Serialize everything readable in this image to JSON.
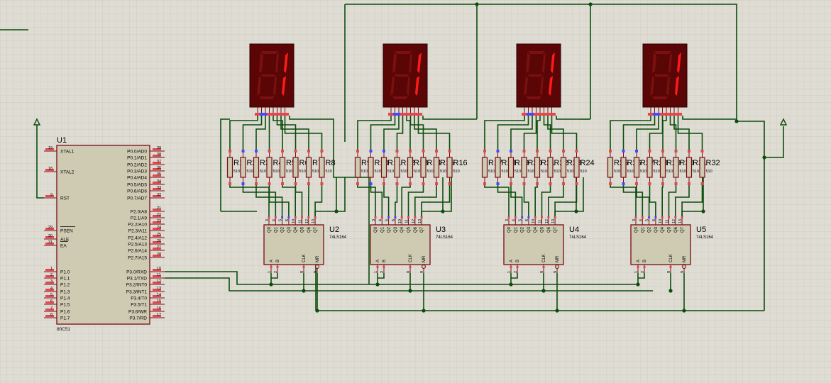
{
  "mcu": {
    "ref": "U1",
    "part": "80C51",
    "left_pins": [
      {
        "num": "19",
        "name": "XTAL1"
      },
      {
        "num": "18",
        "name": "XTAL2"
      },
      {
        "num": "9",
        "name": "RST"
      },
      {
        "num": "29",
        "name": "PSEN"
      },
      {
        "num": "30",
        "name": "ALE"
      },
      {
        "num": "31",
        "name": "EA"
      },
      {
        "num": "1",
        "name": "P1.0"
      },
      {
        "num": "2",
        "name": "P1.1"
      },
      {
        "num": "3",
        "name": "P1.2"
      },
      {
        "num": "4",
        "name": "P1.3"
      },
      {
        "num": "5",
        "name": "P1.4"
      },
      {
        "num": "6",
        "name": "P1.5"
      },
      {
        "num": "7",
        "name": "P1.6"
      },
      {
        "num": "8",
        "name": "P1.7"
      }
    ],
    "right_pins": [
      {
        "num": "39",
        "name": "P0.0/AD0"
      },
      {
        "num": "38",
        "name": "P0.1/AD1"
      },
      {
        "num": "37",
        "name": "P0.2/AD2"
      },
      {
        "num": "36",
        "name": "P0.3/AD3"
      },
      {
        "num": "35",
        "name": "P0.4/AD4"
      },
      {
        "num": "34",
        "name": "P0.5/AD5"
      },
      {
        "num": "33",
        "name": "P0.6/AD6"
      },
      {
        "num": "32",
        "name": "P0.7/AD7"
      },
      {
        "num": "21",
        "name": "P2.0/A8"
      },
      {
        "num": "22",
        "name": "P2.1/A9"
      },
      {
        "num": "23",
        "name": "P2.2/A10"
      },
      {
        "num": "24",
        "name": "P2.3/A11"
      },
      {
        "num": "25",
        "name": "P2.4/A12"
      },
      {
        "num": "26",
        "name": "P2.5/A13"
      },
      {
        "num": "27",
        "name": "P2.6/A14"
      },
      {
        "num": "28",
        "name": "P2.7/A15"
      },
      {
        "num": "10",
        "name": "P3.0/RXD"
      },
      {
        "num": "11",
        "name": "P3.1/TXD"
      },
      {
        "num": "12",
        "name": "P3.2/INT0"
      },
      {
        "num": "13",
        "name": "P3.3/INT1"
      },
      {
        "num": "14",
        "name": "P3.4/T0"
      },
      {
        "num": "15",
        "name": "P3.5/T1"
      },
      {
        "num": "16",
        "name": "P3.6/WR"
      },
      {
        "num": "17",
        "name": "P3.7/RD"
      }
    ]
  },
  "shift_registers": [
    {
      "ref": "U2",
      "part": "74LS164"
    },
    {
      "ref": "U3",
      "part": "74LS164"
    },
    {
      "ref": "U4",
      "part": "74LS164"
    },
    {
      "ref": "U5",
      "part": "74LS164"
    }
  ],
  "sr_top_pins": [
    {
      "num": "3",
      "name": "Q0"
    },
    {
      "num": "4",
      "name": "Q1"
    },
    {
      "num": "5",
      "name": "Q2"
    },
    {
      "num": "6",
      "name": "Q3"
    },
    {
      "num": "10",
      "name": "Q4"
    },
    {
      "num": "11",
      "name": "Q5"
    },
    {
      "num": "12",
      "name": "Q6"
    },
    {
      "num": "13",
      "name": "Q7"
    }
  ],
  "sr_bottom_pins": [
    {
      "num": "1",
      "name": "A"
    },
    {
      "num": "2",
      "name": "B"
    },
    {
      "num": "8",
      "name": "CLK"
    },
    {
      "num": "9",
      "name": "MR"
    }
  ],
  "resistor_groups": [
    {
      "labels": [
        "R1",
        "R2",
        "R3",
        "R4",
        "R5",
        "R6",
        "R7",
        "R8"
      ],
      "value": "510"
    },
    {
      "labels": [
        "R9",
        "R10",
        "R11",
        "R12",
        "R13",
        "R14",
        "R15",
        "R16"
      ],
      "value": "510"
    },
    {
      "labels": [
        "R17",
        "R18",
        "R19",
        "R20",
        "R21",
        "R22",
        "R23",
        "R24"
      ],
      "value": "510"
    },
    {
      "labels": [
        "R25",
        "R26",
        "R27",
        "R28",
        "R29",
        "R30",
        "R31",
        "R32"
      ],
      "value": "510"
    }
  ],
  "colors": {
    "background": "#dedcd3",
    "grid": "#c9c7bd",
    "wire": "#0b4d0b",
    "component_fill": "#cfcbb3",
    "component_stroke": "#7a0a14",
    "pin_red": "#e8464e",
    "pin_blue": "#4848ff",
    "display_body": "#5a0606",
    "segment_on": "#ff1a1a",
    "segment_off": "#7a1010"
  }
}
